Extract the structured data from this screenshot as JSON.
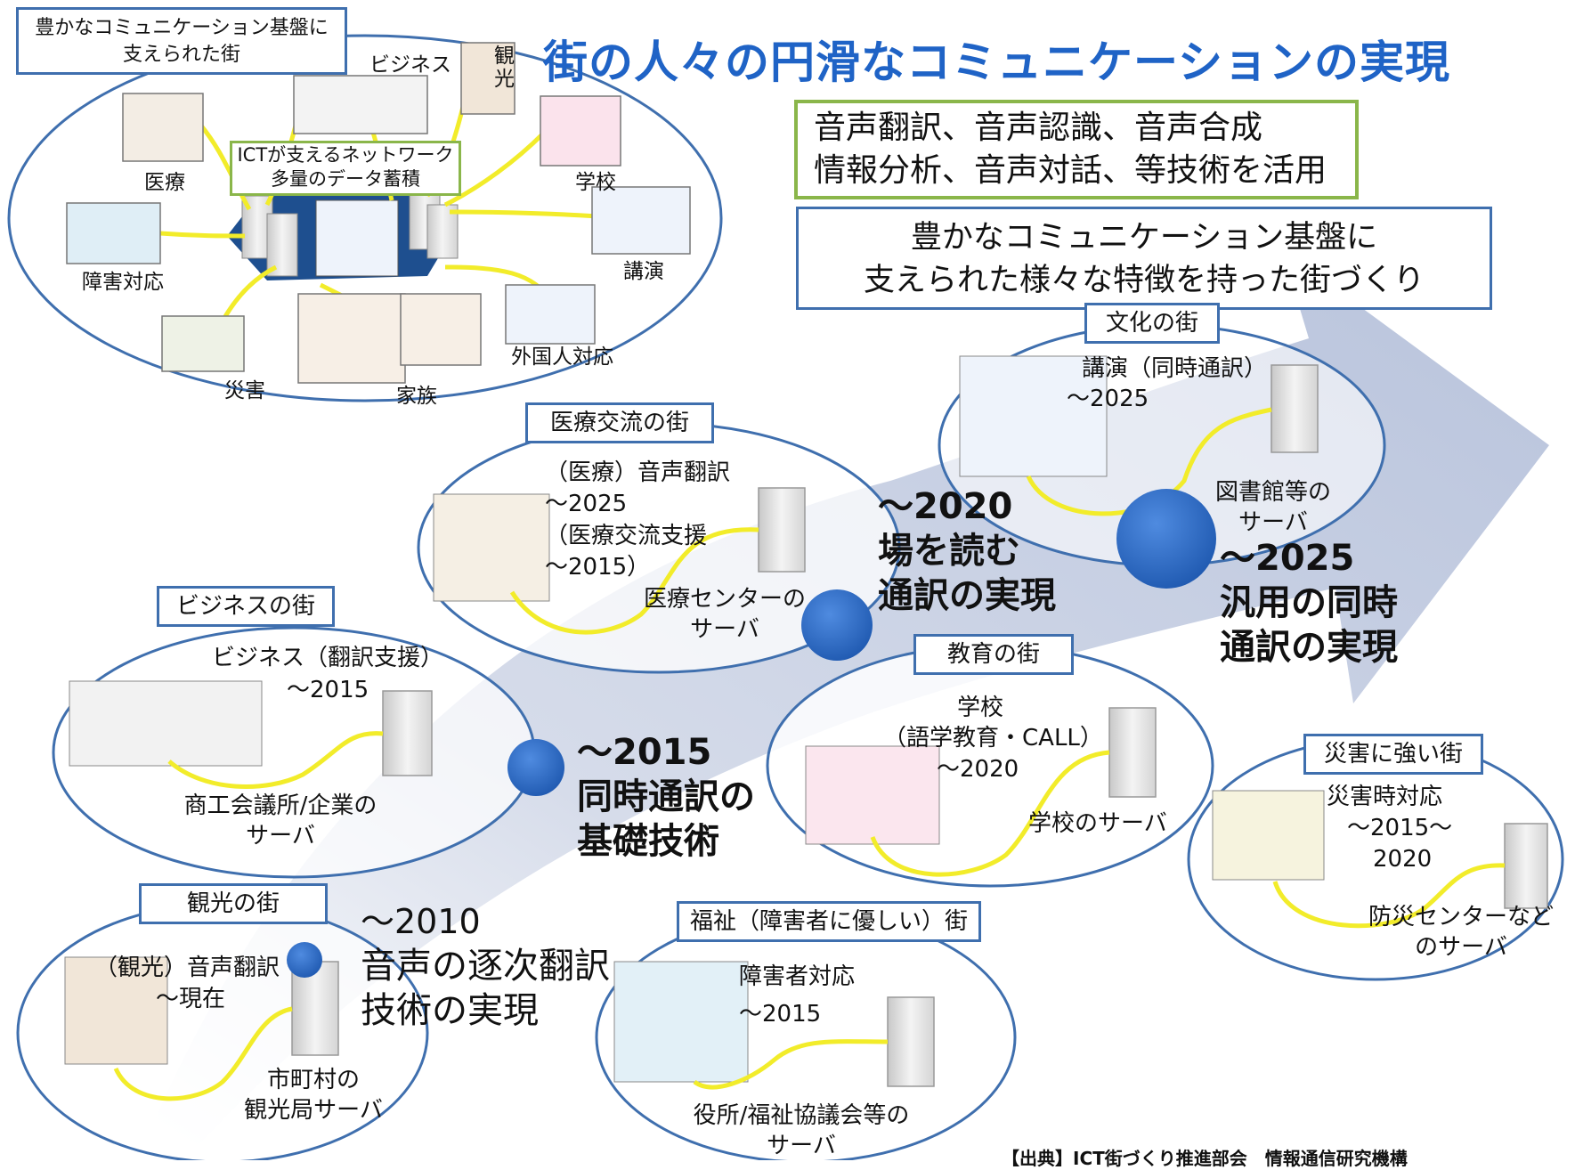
{
  "title": "街の人々の円滑なコミュニケーションの実現",
  "tech_box": {
    "line1": "音声翻訳、音声認識、音声合成",
    "line2": "情報分析、音声対話、等技術を活用"
  },
  "headline": {
    "line1": "豊かなコミュニケーション基盤に",
    "line2": "支えられた様々な特徴を持った街づくり"
  },
  "overview": {
    "label_line1": "豊かなコミュニケーション基盤に",
    "label_line2": "支えられた街",
    "network_line1": "ICTが支えるネットワーク",
    "network_line2": "多量のデータ蓄積",
    "items": [
      "ビジネス",
      "観光",
      "医療",
      "学校",
      "障害対応",
      "講演",
      "災害",
      "家族",
      "外国人対応"
    ]
  },
  "milestones": [
    {
      "year": "～2010",
      "line1": "音声の逐次翻訳",
      "line2": "技術の実現"
    },
    {
      "year": "～2015",
      "line1": "同時通訳の",
      "line2": "基礎技術"
    },
    {
      "year": "～2020",
      "line1": "場を読む",
      "line2": "通訳の実現"
    },
    {
      "year": "～2025",
      "line1": "汎用の同時",
      "line2": "通訳の実現"
    }
  ],
  "towns": {
    "tourism": {
      "name": "観光の街",
      "service_line1": "（観光）音声翻訳",
      "service_line2": "～現在",
      "server_line1": "市町村の",
      "server_line2": "観光局サーバ"
    },
    "business": {
      "name": "ビジネスの街",
      "service_line1": "ビジネス（翻訳支援）",
      "service_line2": "～2015",
      "server_line1": "商工会議所/企業の",
      "server_line2": "サーバ"
    },
    "medical": {
      "name": "医療交流の街",
      "service_line1": "（医療）音声翻訳",
      "service_line2": "～2025",
      "service_line3": "（医療交流支援",
      "service_line4": "～2015）",
      "server_line1": "医療センターの",
      "server_line2": "サーバ"
    },
    "culture": {
      "name": "文化の街",
      "service_line1": "講演（同時通訳）",
      "service_line2": "～2025",
      "server_line1": "図書館等の",
      "server_line2": "サーバ"
    },
    "education": {
      "name": "教育の街",
      "service_line1": "学校",
      "service_line2": "（語学教育・CALL）",
      "service_line3": "～2020",
      "server_line1": "学校のサーバ"
    },
    "welfare": {
      "name": "福祉（障害者に優しい）街",
      "service_line1": "障害者対応",
      "service_line2": "～2015",
      "server_line1": "役所/福祉協議会等の",
      "server_line2": "サーバ"
    },
    "disaster": {
      "name": "災害に強い街",
      "service_line1": "災害時対応",
      "service_line2": "～2015～",
      "service_line3": "2020",
      "server_line1": "防災センターなど",
      "server_line2": "のサーバ"
    }
  },
  "source": "【出典】ICT街づくり推進部会　情報通信研究機構",
  "colors": {
    "title": "#1f63c6",
    "box_border": "#3f6fae",
    "tech_border": "#8ab64a",
    "cable": "#f2ec2a",
    "dot": "#2e6fc7",
    "arrow": "#c9d3e6"
  }
}
